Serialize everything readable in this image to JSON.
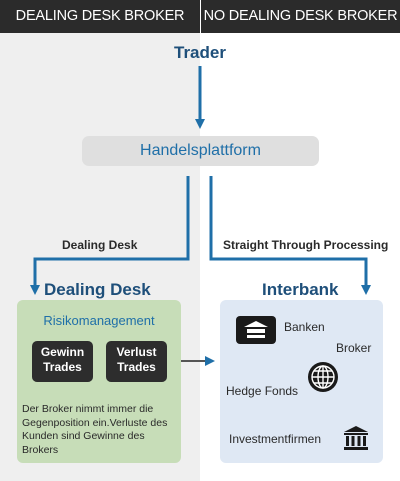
{
  "header": {
    "left_label": "DEALING DESK BROKER",
    "right_label": "NO DEALING DESK BROKER"
  },
  "flow": {
    "trader": "Trader",
    "platform": "Handelsplattform",
    "dealing_desk_edge": "Dealing Desk",
    "stp_edge": "Straight Through Processing"
  },
  "dealing_desk": {
    "title": "Dealing Desk",
    "risk_title": "Risikomanagement",
    "win_trades": "Gewinn Trades",
    "loss_trades": "Verlust Trades",
    "description": "Der Broker nimmt immer die Gegenposition ein.Verluste des Kunden sind Gewinne des Brokers"
  },
  "interbank": {
    "title": "Interbank",
    "banks": "Banken",
    "broker": "Broker",
    "hedge_funds": "Hedge Fonds",
    "investment_firms": "Investmentfirmen"
  },
  "icons": [
    "bank-logo-icon",
    "globe-icon",
    "institution-building-icon"
  ],
  "colors": {
    "header_bg": "#2b2b2b",
    "left_panel_bg": "#efefef",
    "arrow": "#1f6fa8",
    "title_blue": "#1e4f7a",
    "green_box": "#c7ddb8",
    "blue_box": "#dfe8f4"
  }
}
